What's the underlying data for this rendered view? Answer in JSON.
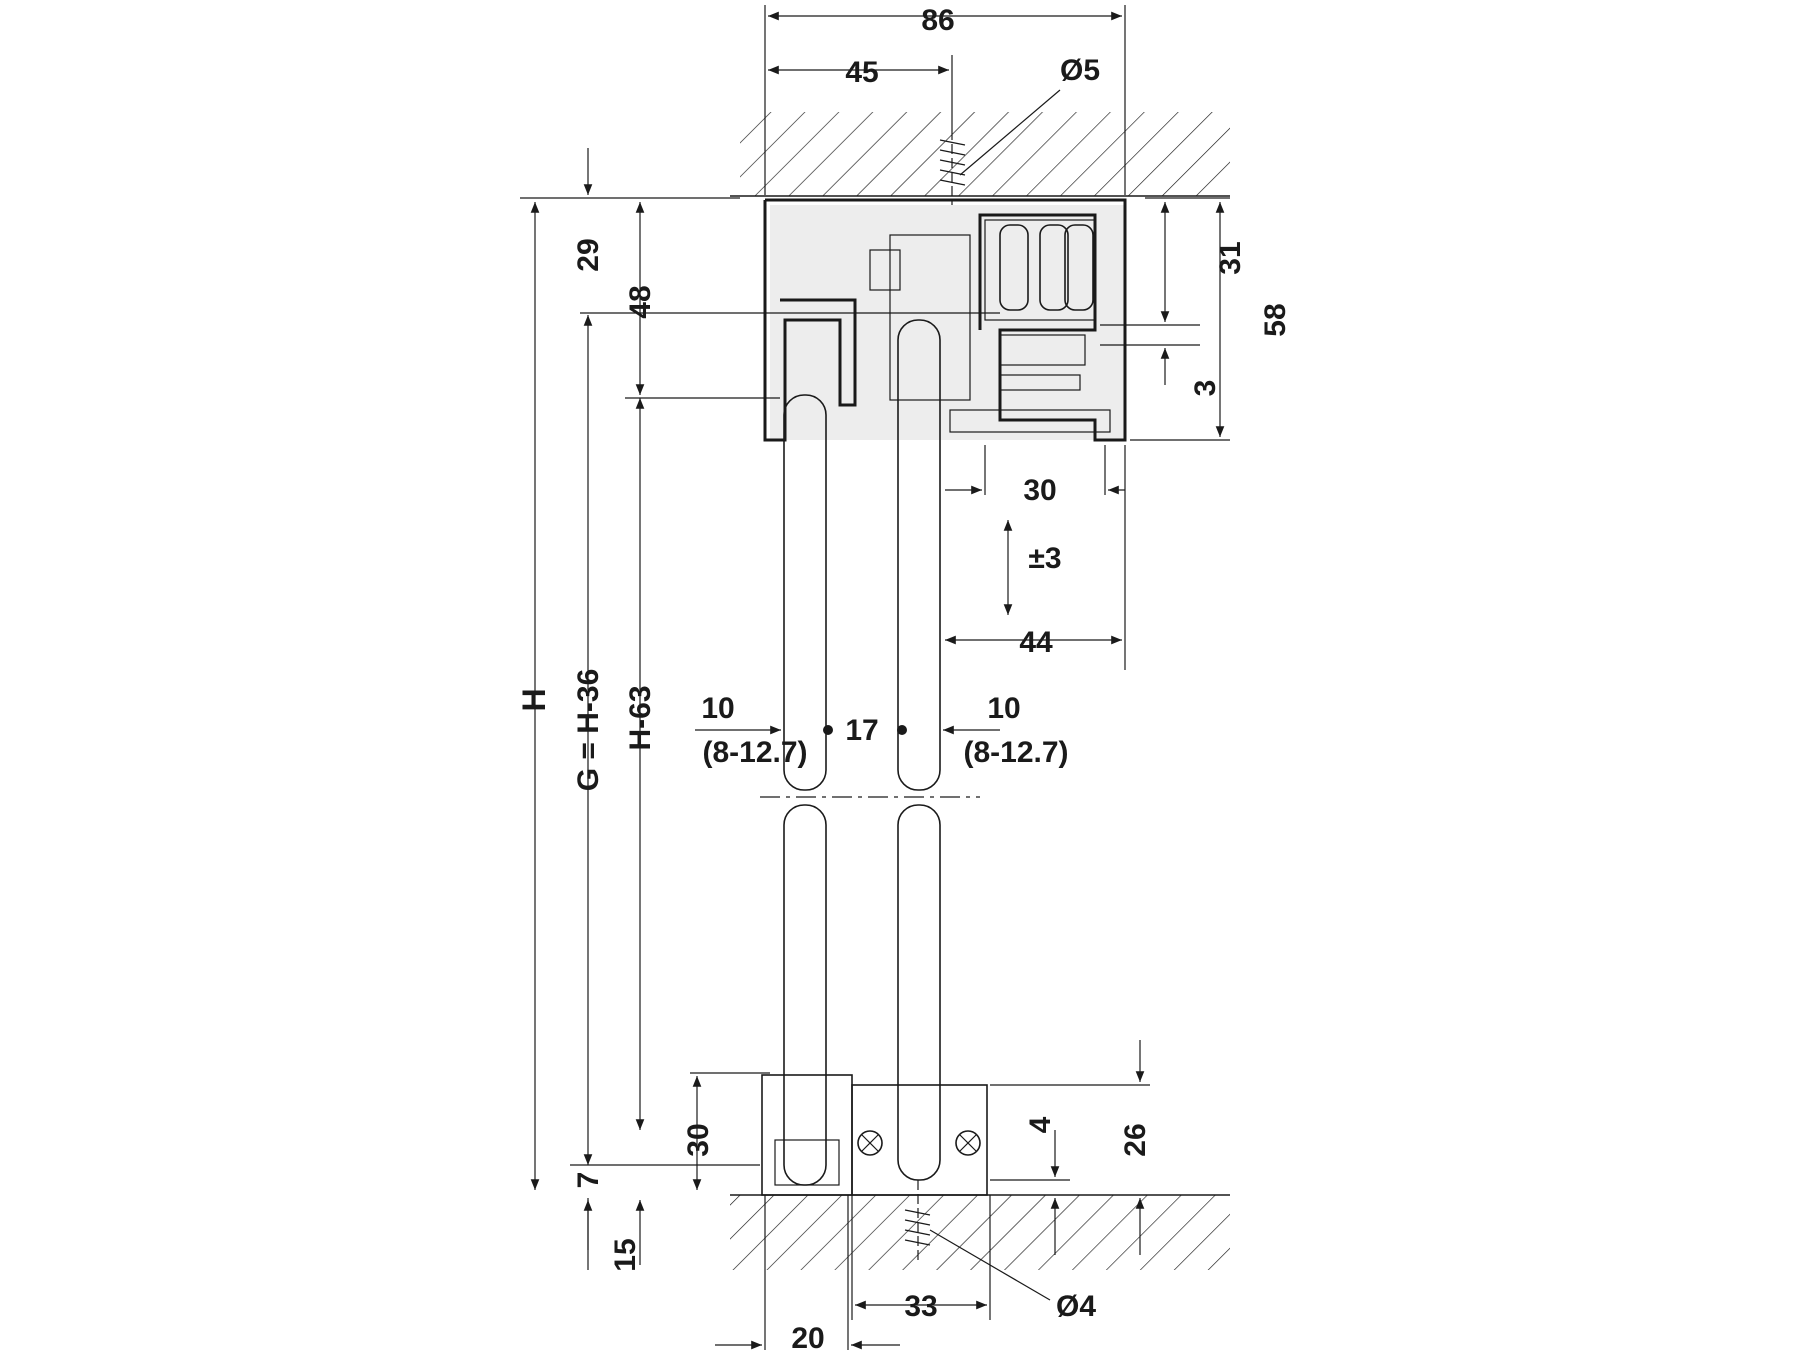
{
  "diagram": {
    "top_dims": {
      "overall_width": "86",
      "center_offset": "45",
      "screw_top": "Ø5"
    },
    "right_dims": {
      "roller_height": "31",
      "track_height": "58",
      "adjust_gap": "3",
      "offset_30": "30",
      "height_adjust": "±3",
      "offset_44": "44"
    },
    "left_dims": {
      "top_29": "29",
      "top_48": "48",
      "height_H": "H",
      "glass_G": "G = H-36",
      "glass_H63": "H-63",
      "guide_30": "30",
      "floor_7": "7",
      "floor_15": "15"
    },
    "center_dims": {
      "glass_left": "10",
      "glass_left_range": "(8-12.7)",
      "spacing": "17",
      "glass_right": "10",
      "glass_right_range": "(8-12.7)"
    },
    "bottom_dims": {
      "guide_26": "26",
      "guide_4": "4",
      "width_33": "33",
      "screw_bottom": "Ø4",
      "width_20": "20"
    }
  }
}
